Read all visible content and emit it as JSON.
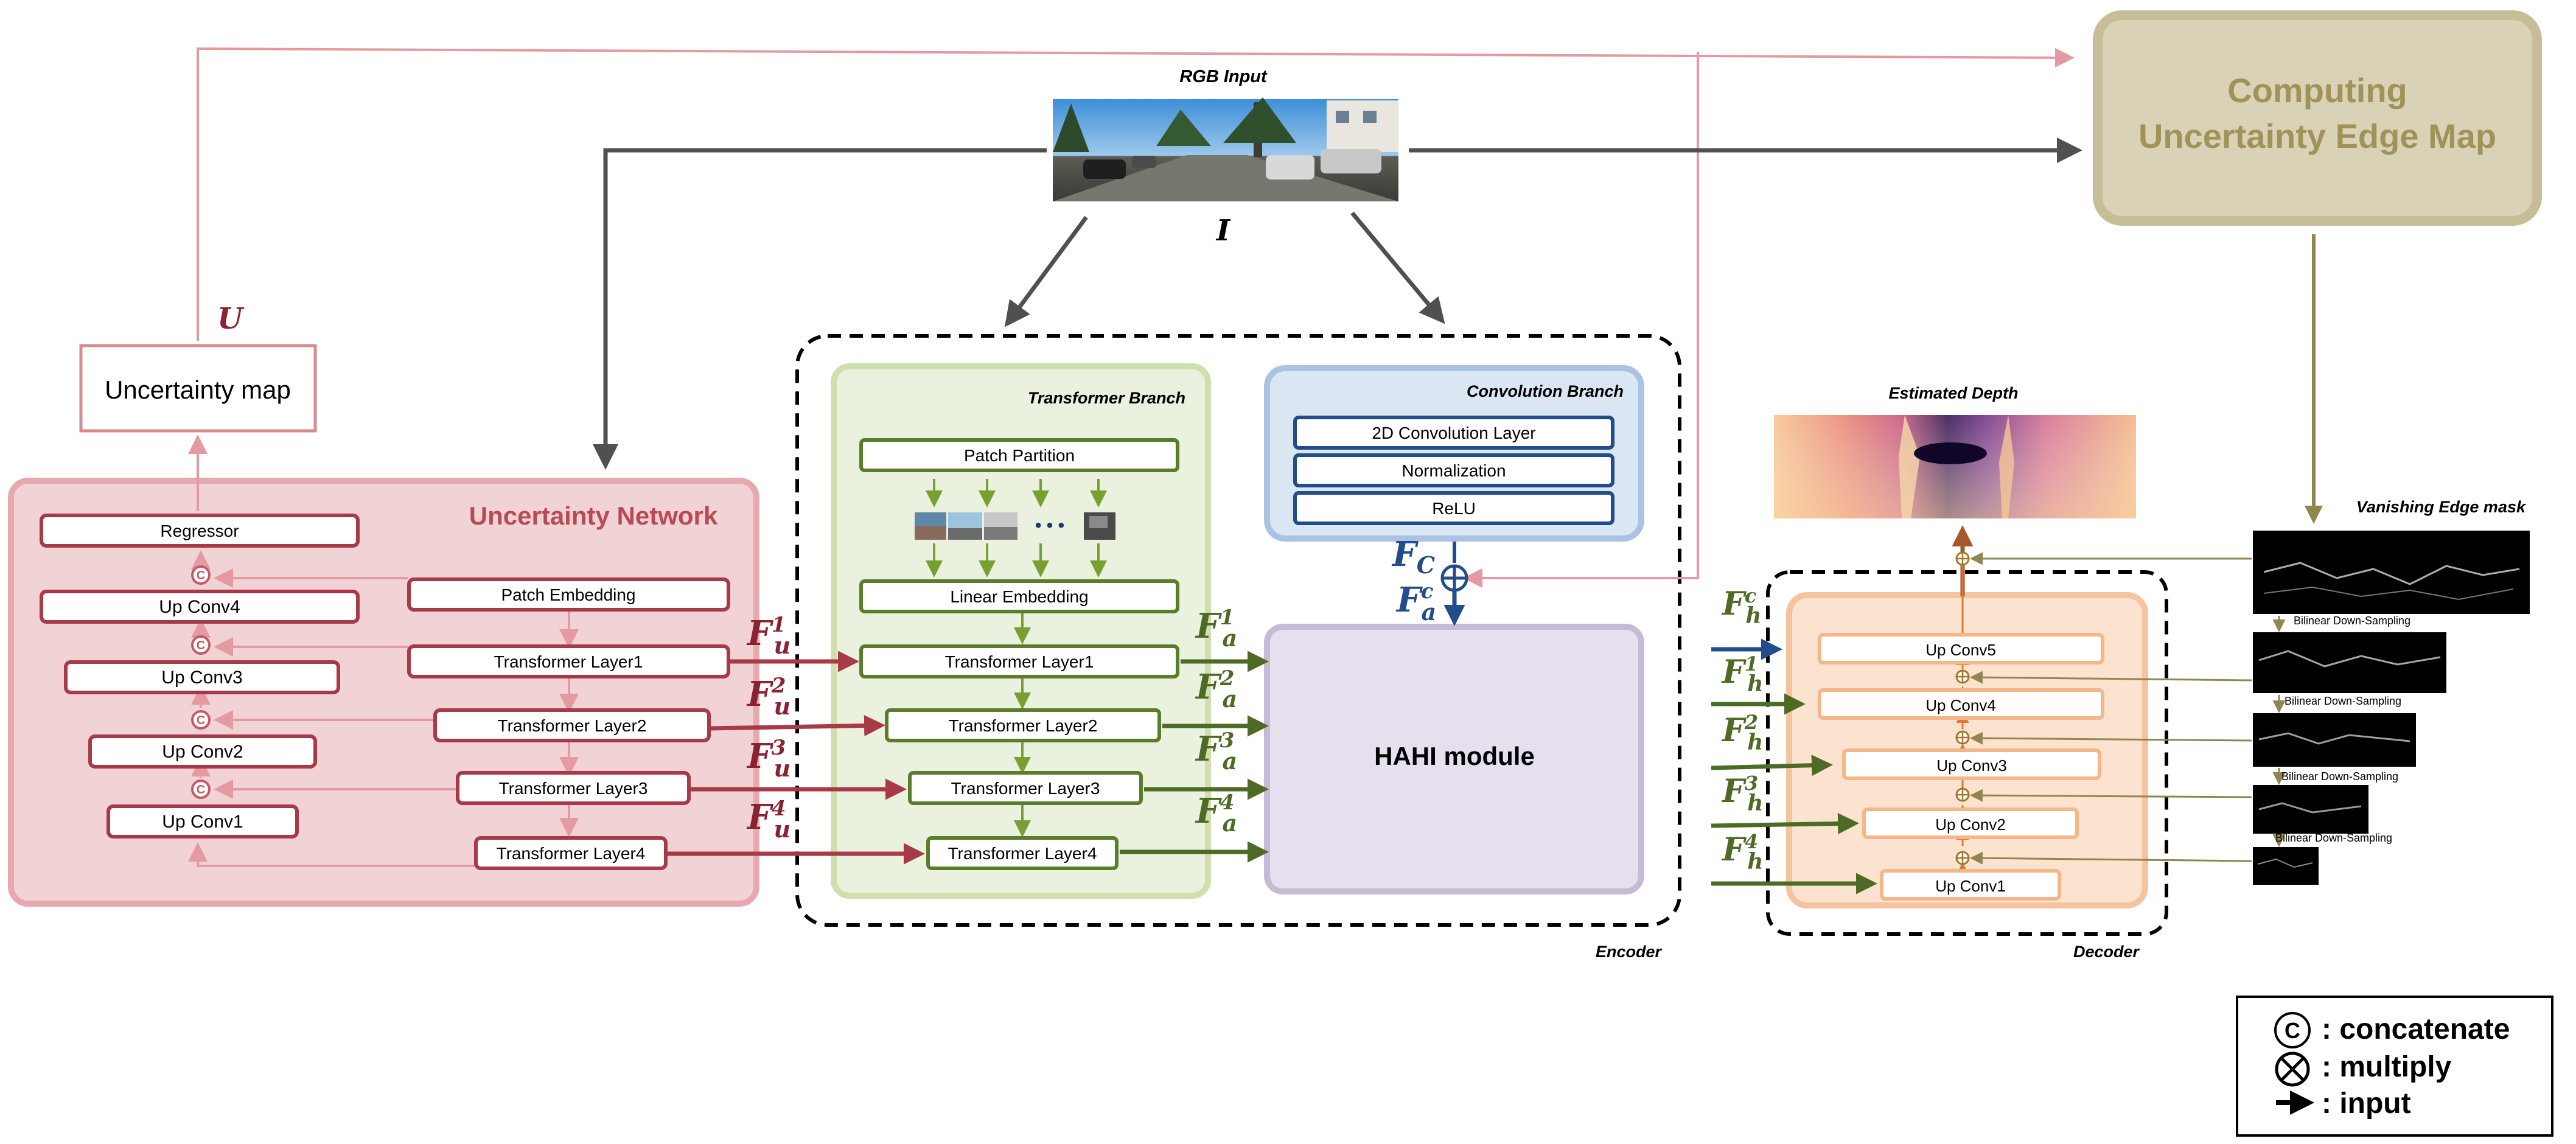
{
  "rgb_input": {
    "title": "RGB Input",
    "symbol": "I"
  },
  "uncertainty_edge_map": {
    "line1": "Computing",
    "line2": "Uncertainty Edge Map"
  },
  "uncertainty_map": {
    "label": "Uncertainty map",
    "symbol": "U"
  },
  "uncertainty_network": {
    "title": "Uncertainty Network",
    "regressor": "Regressor",
    "up_convs": [
      "Up Conv4",
      "Up Conv3",
      "Up Conv2",
      "Up Conv1"
    ],
    "patch_embedding": "Patch Embedding",
    "transformer_layers": [
      "Transformer Layer1",
      "Transformer Layer2",
      "Transformer Layer3",
      "Transformer Layer4"
    ],
    "features": [
      {
        "base": "F",
        "sub": "u",
        "sup": "1"
      },
      {
        "base": "F",
        "sub": "u",
        "sup": "2"
      },
      {
        "base": "F",
        "sub": "u",
        "sup": "3"
      },
      {
        "base": "F",
        "sub": "u",
        "sup": "4"
      }
    ]
  },
  "transformer_branch": {
    "title": "Transformer Branch",
    "patch_partition": "Patch Partition",
    "ellipsis": "• • •",
    "linear_embedding": "Linear Embedding",
    "layers": [
      "Transformer Layer1",
      "Transformer Layer2",
      "Transformer Layer3",
      "Transformer Layer4"
    ],
    "features": [
      {
        "base": "F",
        "sub": "a",
        "sup": "1"
      },
      {
        "base": "F",
        "sub": "a",
        "sup": "2"
      },
      {
        "base": "F",
        "sub": "a",
        "sup": "3"
      },
      {
        "base": "F",
        "sub": "a",
        "sup": "4"
      }
    ]
  },
  "convolution_branch": {
    "title": "Convolution Branch",
    "layers": [
      "2D Convolution Layer",
      "Normalization",
      "ReLU"
    ],
    "fc": {
      "base": "F",
      "sub": "C"
    },
    "fac": {
      "base": "F",
      "sub": "a",
      "sup": "c"
    }
  },
  "hahi_module": "HAHI module",
  "encoder_label": "Encoder",
  "estimated_depth": "Estimated Depth",
  "decoder": {
    "label": "Decoder",
    "up_convs": [
      "Up Conv5",
      "Up Conv4",
      "Up Conv3",
      "Up Conv2",
      "Up Conv1"
    ],
    "features": [
      {
        "base": "F",
        "sub": "h",
        "sup": "c"
      },
      {
        "base": "F",
        "sub": "h",
        "sup": "1"
      },
      {
        "base": "F",
        "sub": "h",
        "sup": "2"
      },
      {
        "base": "F",
        "sub": "h",
        "sup": "3"
      },
      {
        "base": "F",
        "sub": "h",
        "sup": "4"
      }
    ]
  },
  "vanishing_edge_mask": {
    "title": "Vanishing Edge mask",
    "downsampling_labels": [
      "Bilinear Down-Sampling",
      "Bilinear Down-Sampling",
      "Bilinear Down-Sampling",
      "Bilinear Down-Sampling"
    ]
  },
  "legend": [
    {
      "symbol": "concat",
      "text": ": concatenate"
    },
    {
      "symbol": "multiply",
      "text": ": multiply"
    },
    {
      "symbol": "arrow",
      "text": ": input"
    }
  ],
  "colors": {
    "uncertainty": "#b94a55",
    "uncertainty_fill": "#f1d3d6",
    "transformer": "#5a7d2b",
    "transformer_fill": "#ebf1df",
    "convolution": "#234c8a",
    "convolution_fill": "#dbe6f3",
    "hahi_fill": "#e6e0ee",
    "decoder_fill": "#fbe3cf",
    "decoder": "#d6793a",
    "edge_map_fill": "#d9d2b6",
    "edge_map_text": "#a0935a",
    "gray_arrow": "#505050"
  }
}
